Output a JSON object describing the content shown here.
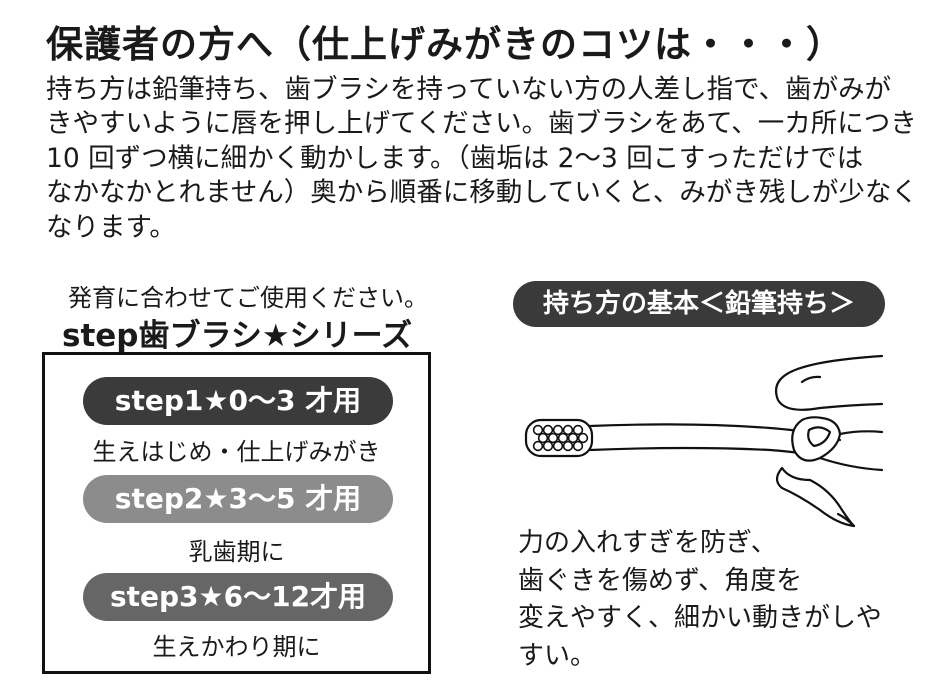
{
  "title": "保護者の方へ（仕上げみがきのコツは・・・）",
  "intro_lines": [
    "持ち方は鉛筆持ち、歯ブラシを持っていない方の人差し指で、歯がみが",
    "きやすいように唇を押し上げてください。歯ブラシをあて、一カ所につき",
    "10 回ずつ横に細かく動かします。（歯垢は 2〜3 回こすっただけでは",
    "なかなかとれません）奥から順番に移動していくと、みがき残しが少なく",
    "なります。"
  ],
  "left": {
    "note": "発育に合わせてご使用ください。",
    "series_title": "step歯ブラシ★シリーズ",
    "steps": [
      {
        "label": "step1★0〜3 才用",
        "desc": "生えはじめ・仕上げみがき",
        "color": "#3b3b3b"
      },
      {
        "label": "step2★3〜5 才用",
        "desc": "乳歯期に",
        "color": "#8c8c8c"
      },
      {
        "label": "step3★6〜12才用",
        "desc": "生えかわり期に",
        "color": "#666666"
      }
    ]
  },
  "right": {
    "header": "持ち方の基本＜鉛筆持ち＞",
    "caption_lines": [
      "力の入れすぎを防ぎ、",
      "歯ぐきを傷めず、角度を",
      "変えやすく、細かい動きがしや",
      "すい。"
    ]
  }
}
